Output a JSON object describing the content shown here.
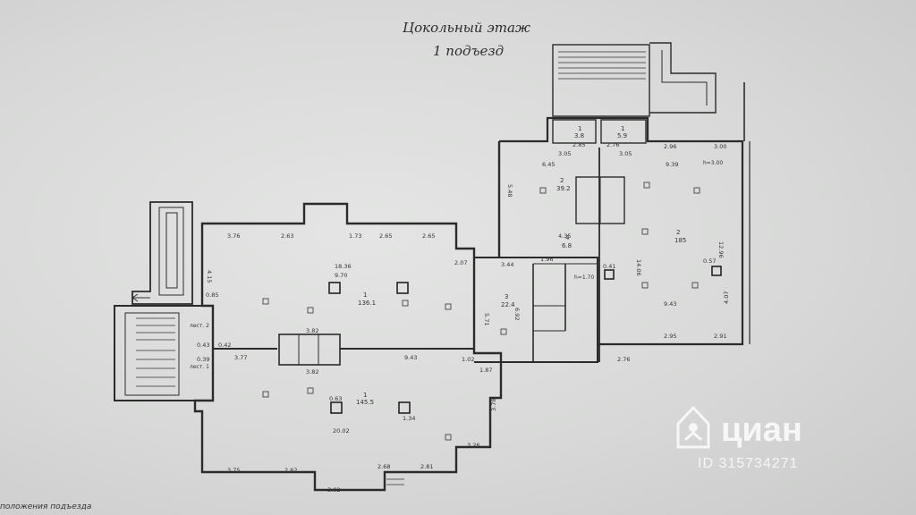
{
  "title": {
    "line1": "Цокольный этаж",
    "line2": "1 подъезд"
  },
  "footer": {
    "caption": "положения подъезда"
  },
  "watermark": {
    "brand": "циан",
    "id": "ID 315734271",
    "icon": "cian-house-icon"
  },
  "rooms": {
    "main_left_upper": {
      "number": "1",
      "area": "136.1"
    },
    "main_left_lower": {
      "number": "1",
      "area": "145.5"
    },
    "middle_room": {
      "number": "3",
      "area": "22.4"
    },
    "top_middle": {
      "number": "2",
      "area": "39.2"
    },
    "right_hall": {
      "number": "2",
      "area": "185"
    },
    "small_center": {
      "number": "4",
      "area": "6.8"
    },
    "stair_a": {
      "number": "1",
      "area": "3.8"
    },
    "stair_b": {
      "number": "1",
      "area": "5.9"
    }
  },
  "labels": {
    "lest_1": "лест. 1",
    "lest_2": "лест. 2",
    "height": "h=1.70",
    "height_right": "h=3.00"
  },
  "dimensions": [
    "3.76",
    "2.63",
    "1.73",
    "2.65",
    "2.65",
    "2.07",
    "3.44",
    "1.96",
    "4.35",
    "6.45",
    "3.05",
    "2.85",
    "2.76",
    "3.05",
    "2.96",
    "3.00",
    "9.39",
    "14.06",
    "12.96",
    "4.07",
    "9.43",
    "2.95",
    "2.91",
    "2.76",
    "9.43",
    "3.77",
    "3.82",
    "3.82",
    "0.42",
    "1.87",
    "1.02",
    "3.78",
    "3.26",
    "2.81",
    "2.68",
    "2.62",
    "3.75",
    "3.02",
    "18.36",
    "9.70",
    "20.02",
    "1.34",
    "0.85",
    "4.15",
    "0.43",
    "0.39",
    "0.63",
    "5.71",
    "6.92",
    "5.48",
    "0.41",
    "0.57"
  ]
}
